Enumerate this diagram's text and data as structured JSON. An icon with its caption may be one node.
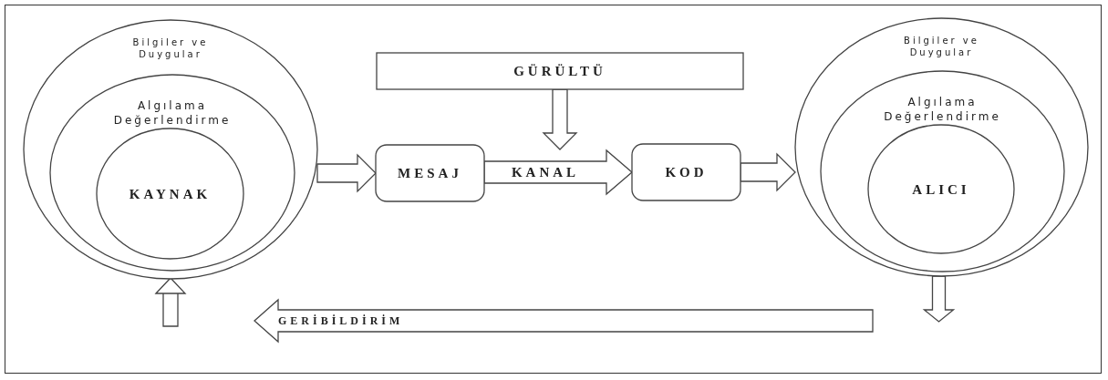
{
  "diagram": {
    "nodes": [
      {
        "text": [
          "Bilgiler ve Duygular"
        ]
      },
      {
        "text": [
          "Algılama Değerlendirme"
        ],
        "in": 0
      },
      {
        "text": [
          "KAYNAK"
        ],
        "in": 1
      },
      {
        "text": [
          "MESAJ"
        ]
      },
      {
        "text": [
          "KOD"
        ]
      },
      {
        "text": [
          "GÜRÜLTÜ"
        ]
      },
      {
        "text": [
          "Bilgiler ve Duygular"
        ]
      },
      {
        "text": [
          "Algılama Değerlendirme"
        ],
        "in": 6
      },
      {
        "text": [
          "ALICI"
        ],
        "in": 7
      },
      {
        "text": [
          "GERİBİLDİRİM"
        ]
      }
    ],
    "edges": [
      {
        "from": 0,
        "to": 3,
        "arrow": "to"
      },
      {
        "from": 3,
        "to": 4,
        "label": "KANAL",
        "arrow": "to"
      },
      {
        "from": 4,
        "to": 6,
        "arrow": "to"
      },
      {
        "from": 5,
        "to": null,
        "arrow": "to"
      },
      {
        "from": 6,
        "to": null,
        "arrow": "to"
      },
      {
        "from": null,
        "to": 0,
        "arrow": "to"
      }
    ]
  }
}
